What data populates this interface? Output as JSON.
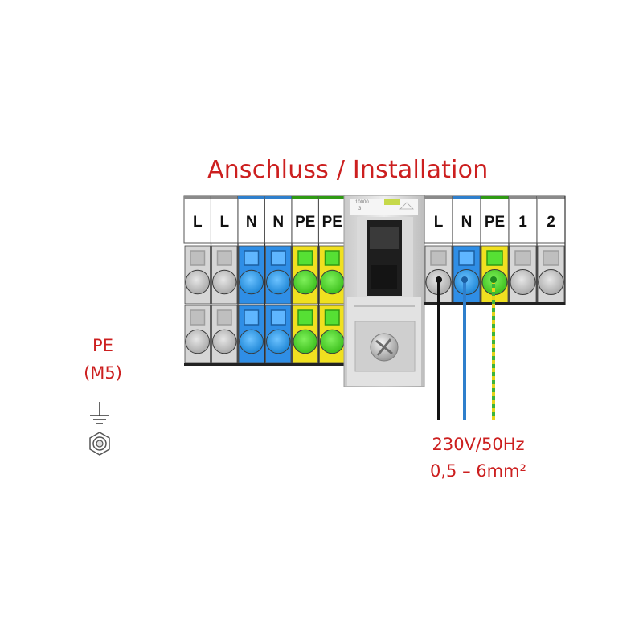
{
  "title": "Anschluss / Installation",
  "left_block": {
    "labels": [
      "L",
      "L",
      "N",
      "N",
      "PE",
      "PE"
    ],
    "colors": [
      "grey",
      "grey",
      "blue",
      "blue",
      "green",
      "green"
    ]
  },
  "right_block": {
    "labels": [
      "L",
      "N",
      "PE",
      "1",
      "2"
    ],
    "colors": [
      "grey",
      "blue",
      "green",
      "grey",
      "grey"
    ]
  },
  "breaker": {
    "marking": "10000",
    "marking_sub": "3"
  },
  "pe_ground": {
    "label": "PE",
    "sublabel": "(M5)"
  },
  "supply": {
    "voltage": "230V/50Hz",
    "cross_section": "0,5 – 6mm²"
  },
  "colors": {
    "text_red": "#cc1f1f",
    "blue": "#3aa4f2",
    "green": "#56e034",
    "yellow": "#f2e01a",
    "grey": "#cfcfcf",
    "wire_L": "#111111",
    "wire_N": "#2f7fcc",
    "wire_PE_green": "#3cb33c",
    "wire_PE_yellow": "#e6d21a"
  }
}
